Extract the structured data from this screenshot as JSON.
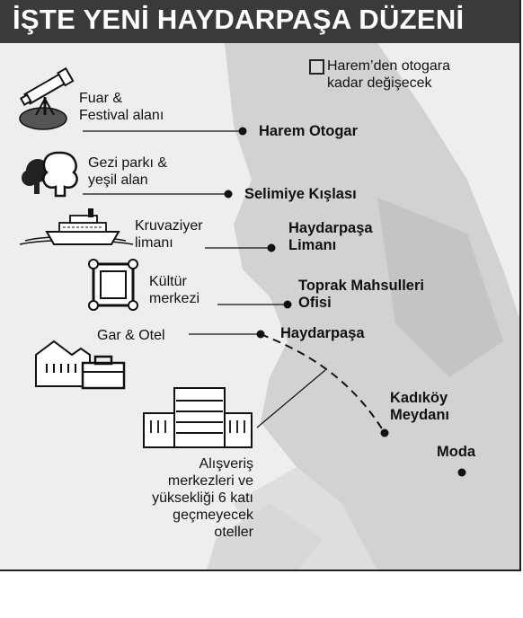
{
  "title": "İŞTE YENİ HAYDARPAŞA DÜZENİ",
  "legend": "Harem’den otogara\nkadar değişecek",
  "labels": {
    "fuar": "Fuar &\nFestival alanı",
    "gezi": "Gezi parkı &\nyeşil alan",
    "kruvaziyer": "Kruvaziyer\nlimanı",
    "kultur": "Kültür\nmerkezi",
    "gar": "Gar & Otel",
    "alisveris": "Alışveriş\nmerkezleri ve\nyüksekliği 6 katı\ngeçmeyecek\noteller"
  },
  "places": {
    "harem": "Harem Otogar",
    "selimiye": "Selimiye Kışlası",
    "limani": "Haydarpaşa\nLimanı",
    "toprak": "Toprak Mahsulleri\nOfisi",
    "haydarpasa": "Haydarpaşa",
    "kadikoy": "Kadıköy\nMeydanı",
    "moda": "Moda"
  },
  "icons": [
    "telescope-icon",
    "tree-icon",
    "cruise-ship-icon",
    "picture-frame-icon",
    "station-building-icon",
    "suitcase-icon",
    "mall-buildings-icon"
  ],
  "colors": {
    "banner": "#3a3a3a",
    "background": "#eeeeee",
    "land": "#cfcfcf",
    "ink": "#111111"
  }
}
